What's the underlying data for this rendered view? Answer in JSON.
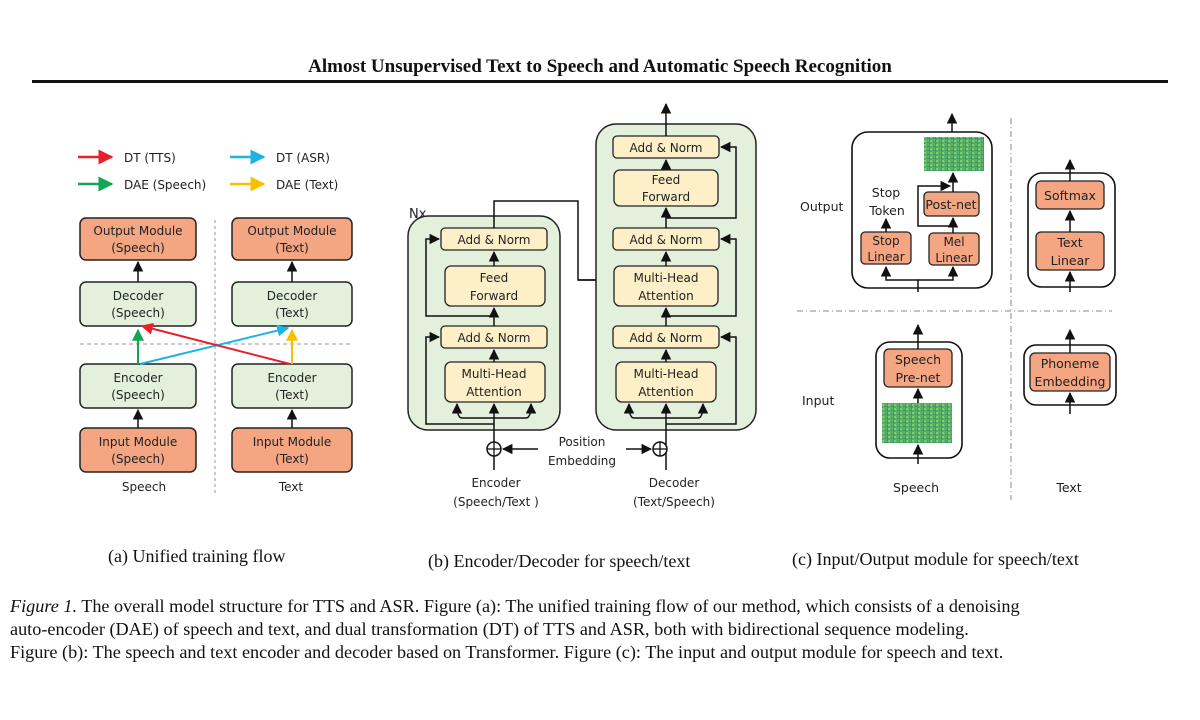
{
  "running_title": "Almost Unsupervised Text to Speech and Automatic Speech Recognition",
  "colors": {
    "dt_tts": "#e8202a",
    "dt_asr": "#1fb2e6",
    "dae_speech": "#12a552",
    "dae_text": "#f7c000",
    "module_fill": "#f4a582",
    "codec_fill": "#e3f0dc",
    "block_fill": "#fdf0c8"
  },
  "panel_a": {
    "legend": [
      {
        "label": "DT (TTS)",
        "color_key": "dt_tts"
      },
      {
        "label": "DT (ASR)",
        "color_key": "dt_asr"
      },
      {
        "label": "DAE (Speech)",
        "color_key": "dae_speech"
      },
      {
        "label": "DAE (Text)",
        "color_key": "dae_text"
      }
    ],
    "speech": {
      "output": [
        "Output Module",
        "(Speech)"
      ],
      "decoder": [
        "Decoder",
        "(Speech)"
      ],
      "encoder": [
        "Encoder",
        "(Speech)"
      ],
      "input": [
        "Input Module",
        "(Speech)"
      ],
      "label": "Speech"
    },
    "text": {
      "output": [
        "Output Module",
        "(Text)"
      ],
      "decoder": [
        "Decoder",
        "(Text)"
      ],
      "encoder": [
        "Encoder",
        "(Text)"
      ],
      "input": [
        "Input Module",
        "(Text)"
      ],
      "label": "Text"
    },
    "caption": "(a) Unified training flow"
  },
  "panel_b": {
    "nx": "Nx",
    "add_norm": "Add & Norm",
    "feed_forward": [
      "Feed",
      "Forward"
    ],
    "mha": [
      "Multi-Head",
      "Attention"
    ],
    "position_embedding": [
      "Position",
      "Embedding"
    ],
    "encoder_label": [
      "Encoder",
      "(Speech/Text )"
    ],
    "decoder_label": [
      "Decoder",
      "(Text/Speech)"
    ],
    "caption": "(b) Encoder/Decoder for speech/text"
  },
  "panel_c": {
    "output_label": "Output",
    "input_label": "Input",
    "stop_token": [
      "Stop",
      "Token"
    ],
    "post_net": "Post-net",
    "stop_linear": [
      "Stop",
      "Linear"
    ],
    "mel_linear": [
      "Mel",
      "Linear"
    ],
    "softmax": "Softmax",
    "text_linear": [
      "Text",
      "Linear"
    ],
    "speech_prenet": [
      "Speech",
      "Pre-net"
    ],
    "phoneme_embedding": [
      "Phoneme",
      "Embedding"
    ],
    "speech_label": "Speech",
    "text_label": "Text",
    "caption": "(c) Input/Output module for speech/text"
  },
  "figure_caption": {
    "label": "Figure 1.",
    "lines": [
      " The overall model structure for TTS and ASR. Figure (a): The unified training flow of our method, which consists of a denoising",
      "auto-encoder (DAE) of speech and text, and dual transformation (DT) of TTS and ASR, both with bidirectional sequence modeling.",
      "Figure (b): The speech and text encoder and decoder based on Transformer. Figure (c): The input and output module for speech and text."
    ]
  }
}
